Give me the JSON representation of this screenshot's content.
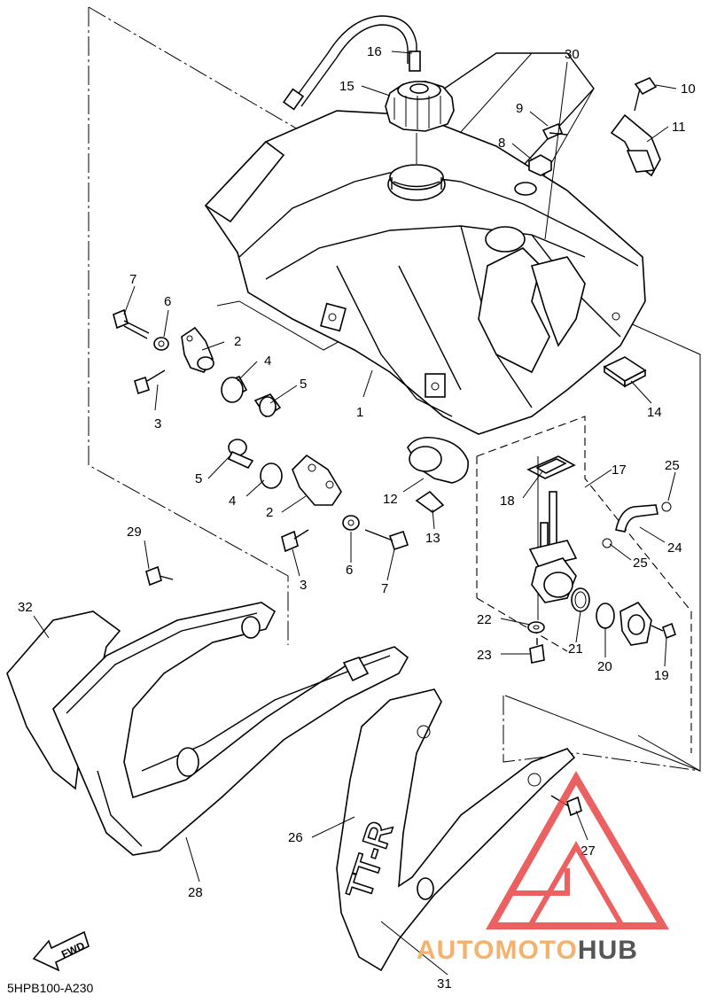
{
  "diagram_code": "5HPB100-A230",
  "fwd_label": "FWD",
  "watermark": {
    "part1": "AUTOMOTO",
    "part2": "HUB",
    "color_main": "#f4b26e",
    "color_accent": "#555555",
    "logo_color": "#e84545"
  },
  "callouts": [
    "1",
    "2",
    "3",
    "4",
    "5",
    "6",
    "7",
    "8",
    "9",
    "10",
    "11",
    "12",
    "13",
    "14",
    "15",
    "16",
    "17",
    "18",
    "19",
    "20",
    "21",
    "22",
    "23",
    "24",
    "25",
    "26",
    "27",
    "28",
    "29",
    "30",
    "31",
    "32"
  ],
  "callout_labels": {
    "c1": "1",
    "c2a": "2",
    "c2b": "2",
    "c3a": "3",
    "c3b": "3",
    "c4a": "4",
    "c4b": "4",
    "c5a": "5",
    "c5b": "5",
    "c6a": "6",
    "c6b": "6",
    "c7a": "7",
    "c7b": "7",
    "c8": "8",
    "c9": "9",
    "c10": "10",
    "c11": "11",
    "c12": "12",
    "c13": "13",
    "c14": "14",
    "c15": "15",
    "c16": "16",
    "c17": "17",
    "c18": "18",
    "c19": "19",
    "c20": "20",
    "c21": "21",
    "c22": "22",
    "c23": "23",
    "c24": "24",
    "c25a": "25",
    "c25b": "25",
    "c26": "26",
    "c27": "27",
    "c28": "28",
    "c29": "29",
    "c30": "30",
    "c31": "31",
    "c32": "32"
  },
  "shroud_text": "TT-R"
}
